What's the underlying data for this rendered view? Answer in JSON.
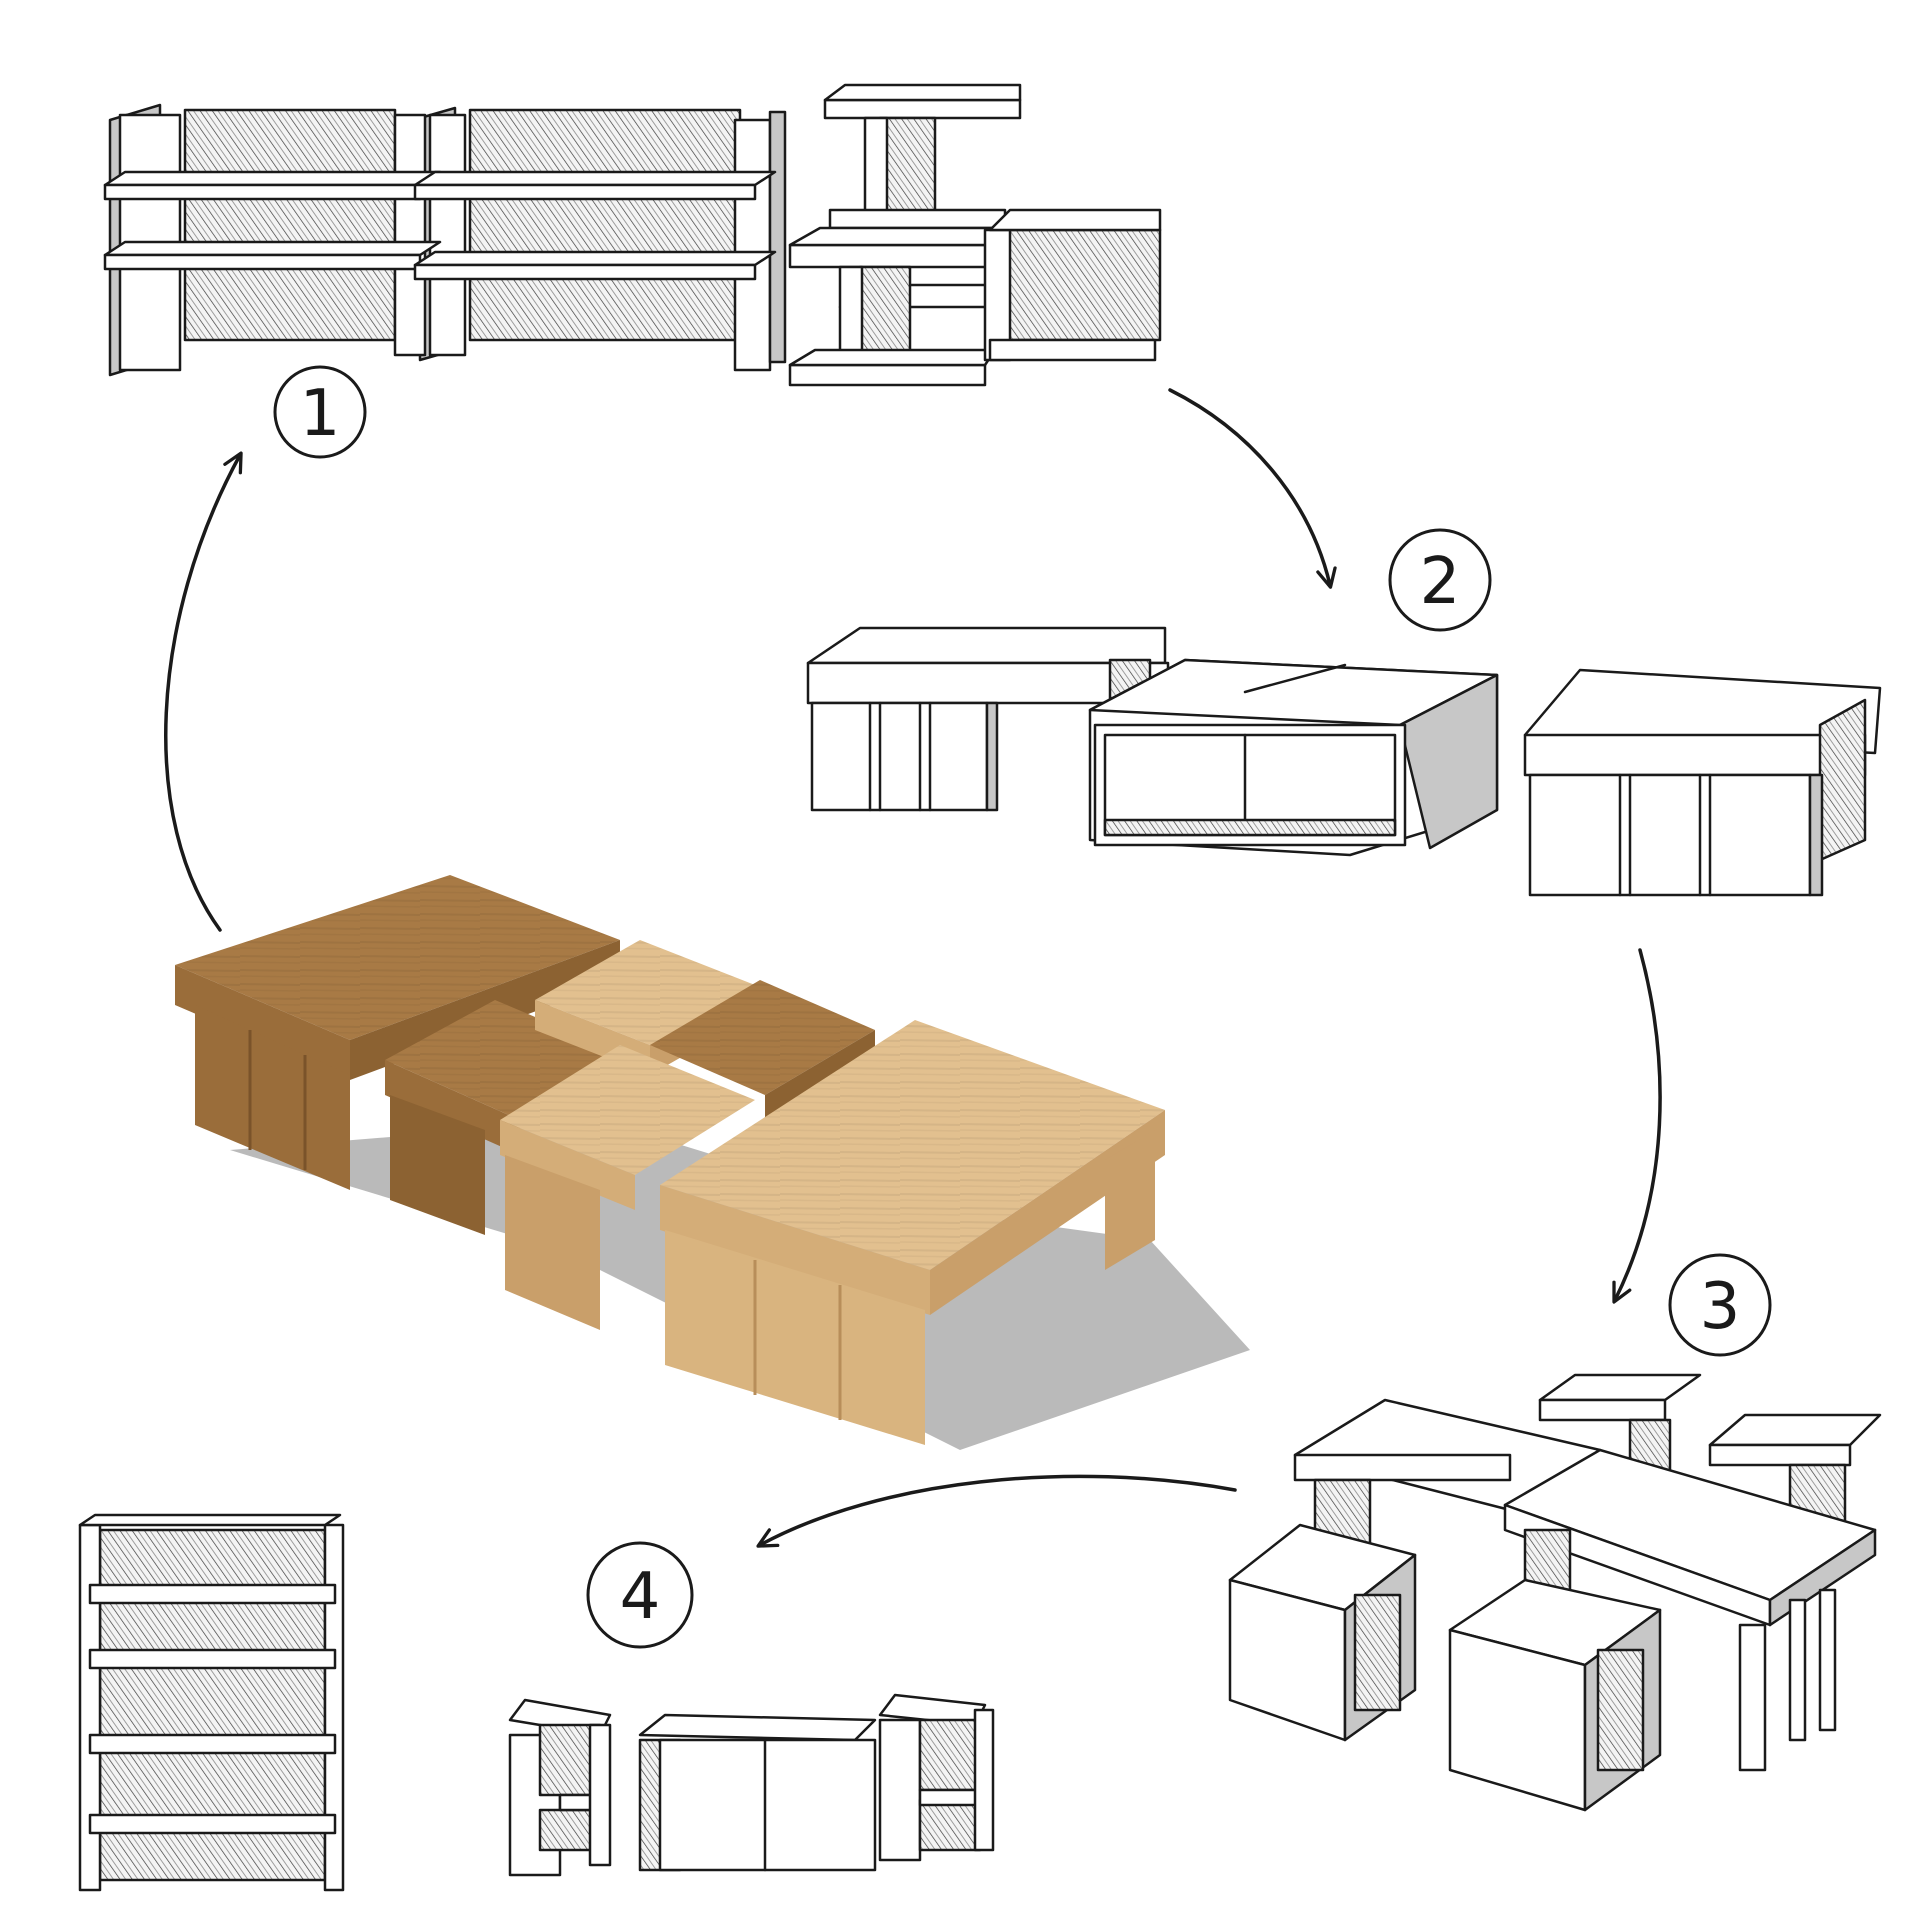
{
  "colors": {
    "ink": "#1a1a1a",
    "paper": "#ffffff",
    "gray": "#c7c7c7",
    "shadow": "#a9a9a9",
    "wood_dark": "#a87a45",
    "wood_dark_side": "#8c6232",
    "wood_light": "#e2c08f",
    "wood_light_side": "#c99f6a"
  },
  "steps": [
    {
      "label": "1",
      "content": "shelving-arrangement"
    },
    {
      "label": "2",
      "content": "table-arrangement"
    },
    {
      "label": "3",
      "content": "desk-and-stool-arrangement"
    },
    {
      "label": "4",
      "content": "bookshelf-and-bench-arrangement"
    }
  ],
  "center": {
    "content": "nested-wooden-furniture-set",
    "material_icon": "wood-grain-icon"
  }
}
